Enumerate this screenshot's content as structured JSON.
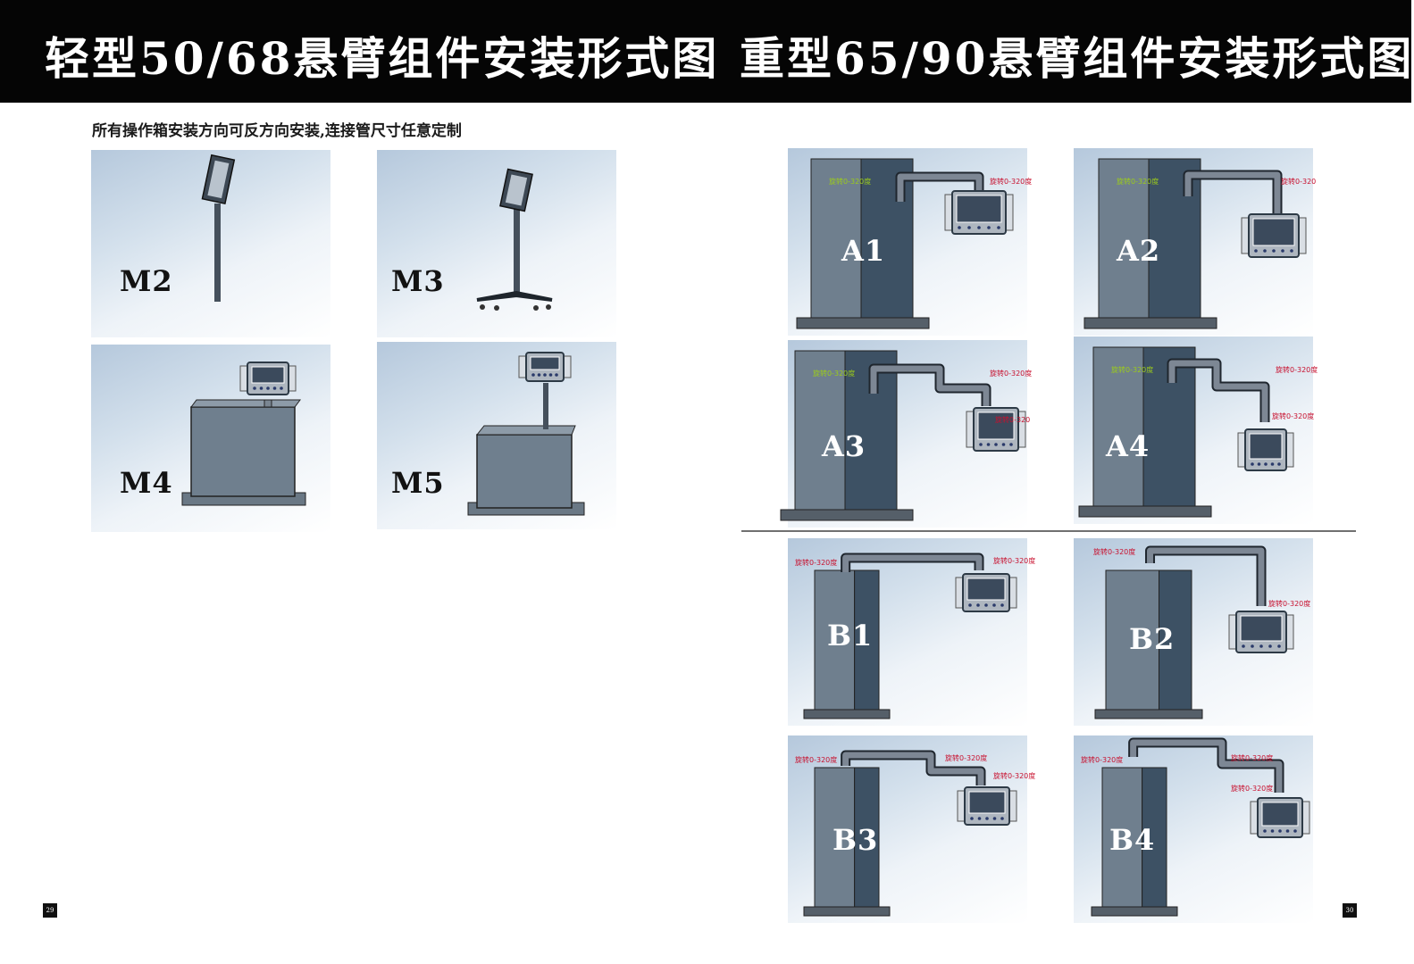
{
  "header": {
    "left_title": "轻型50/68悬臂组件安装形式图",
    "right_title": "重型65/90悬臂组件安装形式图"
  },
  "note": "所有操作箱安装方向可反方向安装,连接管尺寸任意定制",
  "light_panels": [
    {
      "label": "M2",
      "type": "pole"
    },
    {
      "label": "M3",
      "type": "stand"
    },
    {
      "label": "M4",
      "type": "cabinet-top"
    },
    {
      "label": "M5",
      "type": "cabinet-pole"
    }
  ],
  "heavy_panels": [
    {
      "label": "A1",
      "rotation_notes": [
        "旋转0-320度",
        "旋转0-320度"
      ]
    },
    {
      "label": "A2",
      "rotation_notes": [
        "旋转0-320度",
        "旋转0-320"
      ]
    },
    {
      "label": "A3",
      "rotation_notes": [
        "旋转0-320度",
        "旋转0-320度",
        "旋转0-320"
      ]
    },
    {
      "label": "A4",
      "rotation_notes": [
        "旋转0-320度",
        "旋转0-320度",
        "旋转0-320度"
      ]
    },
    {
      "label": "B1",
      "rotation_notes": [
        "旋转0-320度",
        "旋转0-320度"
      ]
    },
    {
      "label": "B2",
      "rotation_notes": [
        "旋转0-320度",
        "旋转0-320度"
      ]
    },
    {
      "label": "B3",
      "rotation_notes": [
        "旋转0-320度",
        "旋转0-320度",
        "旋转0-320度"
      ]
    },
    {
      "label": "B4",
      "rotation_notes": [
        "旋转0-320度",
        "旋转0-320度",
        "旋转0-320度"
      ]
    }
  ],
  "page_numbers": {
    "left": "29",
    "right": "30"
  },
  "colors": {
    "header_bg": "#050505",
    "rotation_note_green": "#9ccc1a",
    "rotation_note_red": "#c8102e",
    "cabinet_light": "#6f7f8e",
    "cabinet_dark": "#3d5164"
  }
}
